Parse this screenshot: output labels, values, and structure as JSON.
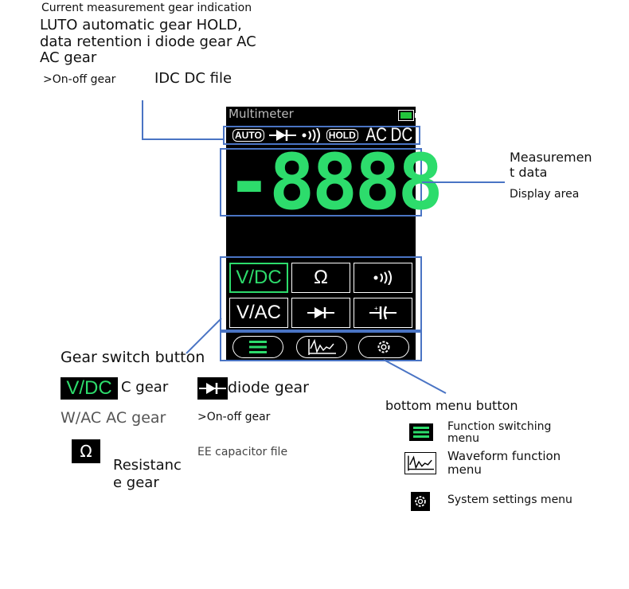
{
  "annotations": {
    "indicator_title": "Current measurement gear indication",
    "indicator_desc_1": "LUTO automatic gear HOLD,",
    "indicator_desc_2": "data retention i diode gear AC",
    "indicator_desc_3": "AC gear",
    "onoff_left": ">On-off gear",
    "idc_file": "IDC DC file",
    "measurement_1": "Measuremen",
    "measurement_2": "t data",
    "display_area": "Display area",
    "gear_switch_title": "Gear switch button",
    "vdc_gear": "C gear",
    "diode_gear": "diode gear",
    "vac_gear": "W/AC AC gear",
    "onoff_right": ">On-off gear",
    "capacitor": "EE capacitor file",
    "resistance_1": "Resistanc",
    "resistance_2": "e gear",
    "bottom_menu_title": "bottom menu button",
    "function_menu_1": "Function switching",
    "function_menu_2": "menu",
    "waveform_menu_1": "Waveform function",
    "waveform_menu_2": "menu",
    "settings_menu": "System settings menu"
  },
  "device": {
    "screen_title": "Multimeter",
    "indicators": [
      "AUTO",
      "HOLD",
      "AC",
      "DC"
    ],
    "reading": "-8888",
    "gear_buttons": [
      "V/DC",
      "Ω",
      "•)))",
      "V/AC",
      "diode",
      "capacitor"
    ],
    "legend_vdc": "V/DC",
    "legend_ohm": "Ω",
    "menu_buttons": [
      "menu-icon",
      "waveform-icon",
      "gear-icon"
    ]
  },
  "colors": {
    "accent_green": "#2ddc6c",
    "callout_blue": "#4a74c4",
    "screen_bg": "#000000"
  }
}
